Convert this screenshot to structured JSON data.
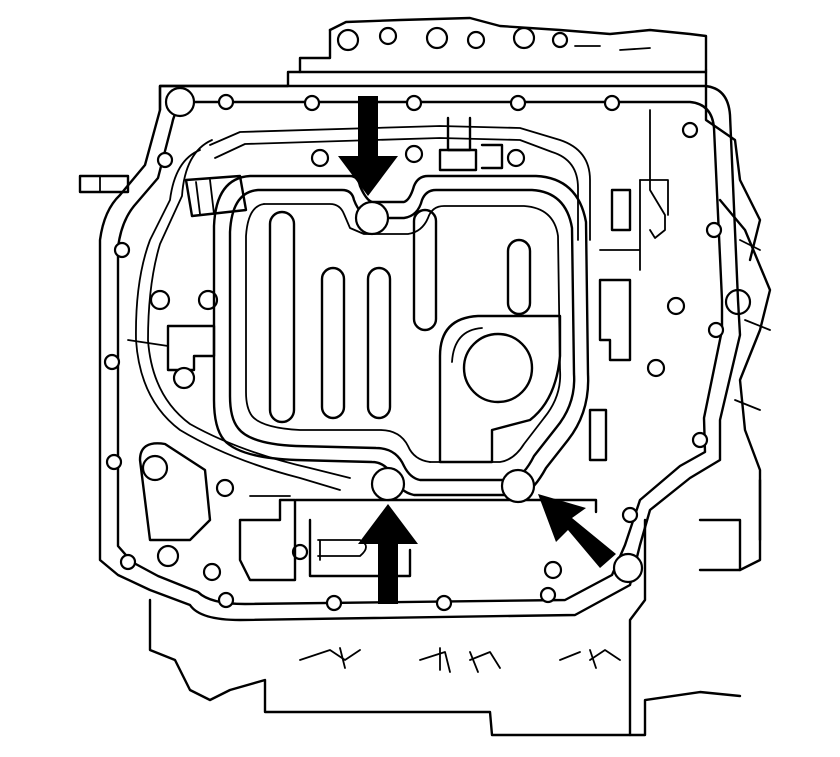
{
  "figure": {
    "subject": "valve-body-oil-strainer",
    "background": "#ffffff",
    "line_color": "#000000",
    "arrow_color": "#000000",
    "callouts": [
      {
        "id": "top-bolt",
        "icon": "arrow-down-icon"
      },
      {
        "id": "bottom-left-bolt",
        "icon": "arrow-up-icon"
      },
      {
        "id": "bottom-right-bolt",
        "icon": "arrow-up-left-icon"
      }
    ]
  }
}
